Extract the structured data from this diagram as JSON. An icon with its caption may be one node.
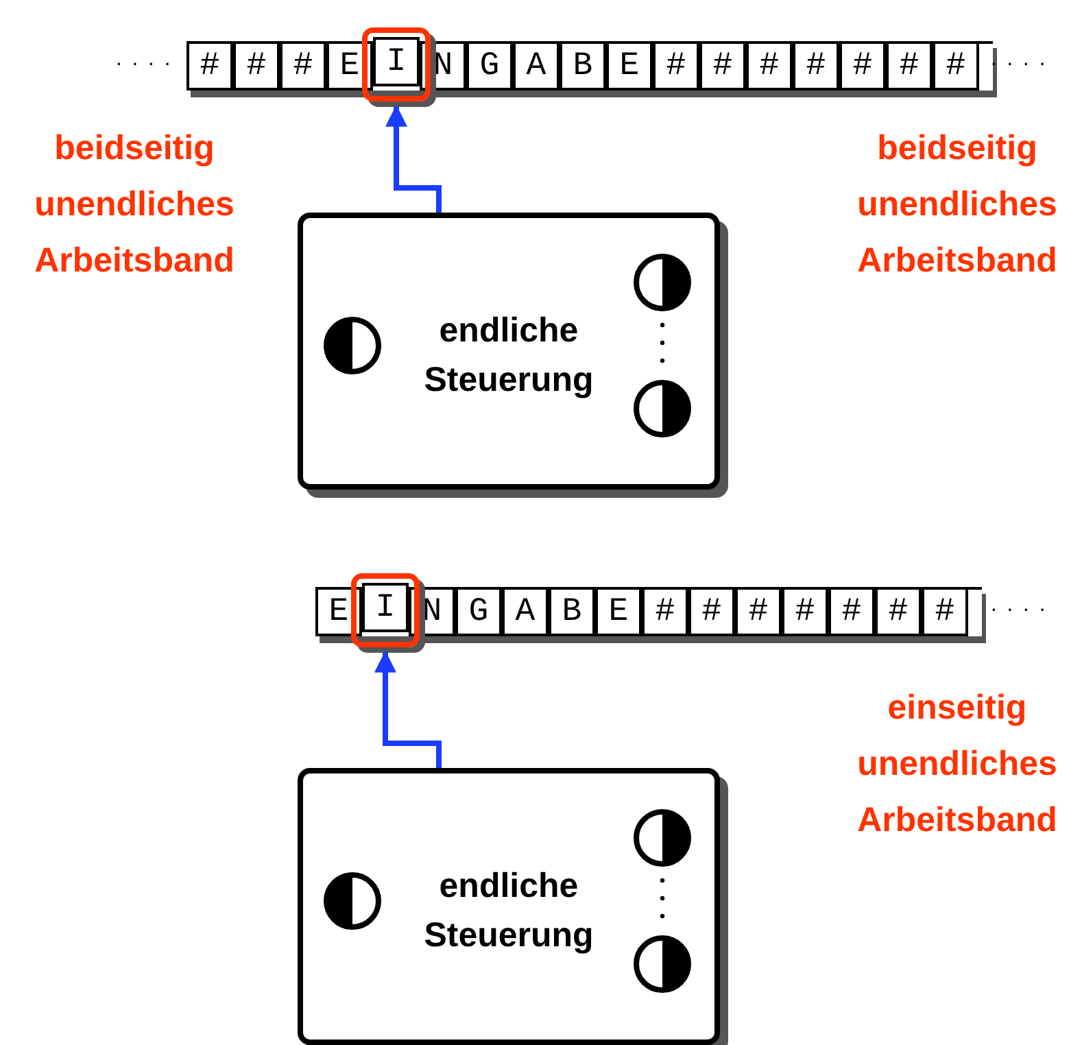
{
  "diagram": {
    "nodes": [
      {
        "text": [
          "#"
        ]
      },
      {
        "text": [
          "#"
        ]
      },
      {
        "text": [
          "#"
        ]
      },
      {
        "text": [
          "E"
        ]
      },
      {
        "text": [],
        "shape": "box"
      },
      {
        "text": [
          "I"
        ],
        "in": 4
      },
      {
        "text": [
          "N"
        ]
      },
      {
        "text": [
          "G"
        ]
      },
      {
        "text": [
          "A"
        ]
      },
      {
        "text": [
          "B"
        ]
      },
      {
        "text": [
          "E"
        ]
      },
      {
        "text": [
          "#"
        ]
      },
      {
        "text": [
          "#"
        ]
      },
      {
        "text": [
          "#"
        ]
      },
      {
        "text": [
          "#"
        ]
      },
      {
        "text": [
          "#"
        ]
      },
      {
        "text": [
          "#"
        ]
      },
      {
        "text": [
          "#"
        ]
      },
      {
        "text": [
          "endliche Steuerung"
        ]
      },
      {
        "text": [
          "E"
        ]
      },
      {
        "text": [],
        "shape": "box"
      },
      {
        "text": [
          "I"
        ],
        "in": 20
      },
      {
        "text": [
          "N"
        ]
      },
      {
        "text": [
          "G"
        ]
      },
      {
        "text": [
          "A"
        ]
      },
      {
        "text": [
          "B"
        ]
      },
      {
        "text": [
          "E"
        ]
      },
      {
        "text": [
          "#"
        ]
      },
      {
        "text": [
          "#"
        ]
      },
      {
        "text": [
          "#"
        ]
      },
      {
        "text": [
          "#"
        ]
      },
      {
        "text": [
          "#"
        ]
      },
      {
        "text": [
          "#"
        ]
      },
      {
        "text": [
          "#"
        ]
      },
      {
        "text": [
          "endliche Steuerung"
        ]
      }
    ],
    "edges": [
      {
        "from": 18,
        "to": 4,
        "arrow": "to"
      },
      {
        "from": 34,
        "to": 20,
        "arrow": "to"
      }
    ],
    "labels": [
      "· · · ·",
      "· · · ·",
      "beidseitig unendliches Arbeitsband",
      "beidseitig unendliches Arbeitsband",
      "· · · ·",
      "einseitig unendliches Arbeitsband"
    ]
  }
}
